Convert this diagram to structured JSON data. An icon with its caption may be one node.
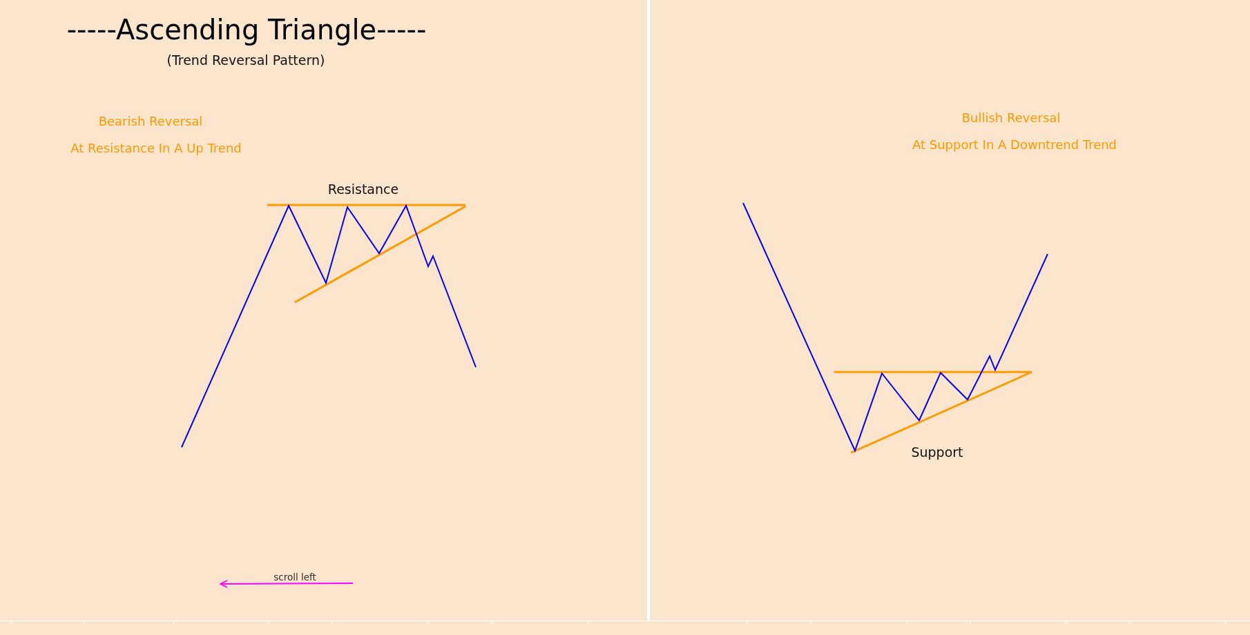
{
  "diagram": {
    "title": "-----Ascending Triangle-----",
    "labels": [
      "(Trend Reversal Pattern)",
      "Bearish Reversal",
      "At Resistance In A Up Trend",
      "Resistance",
      "scroll left",
      "Bullish Reversal",
      "At Support In A Downtrend Trend",
      "Support"
    ]
  }
}
